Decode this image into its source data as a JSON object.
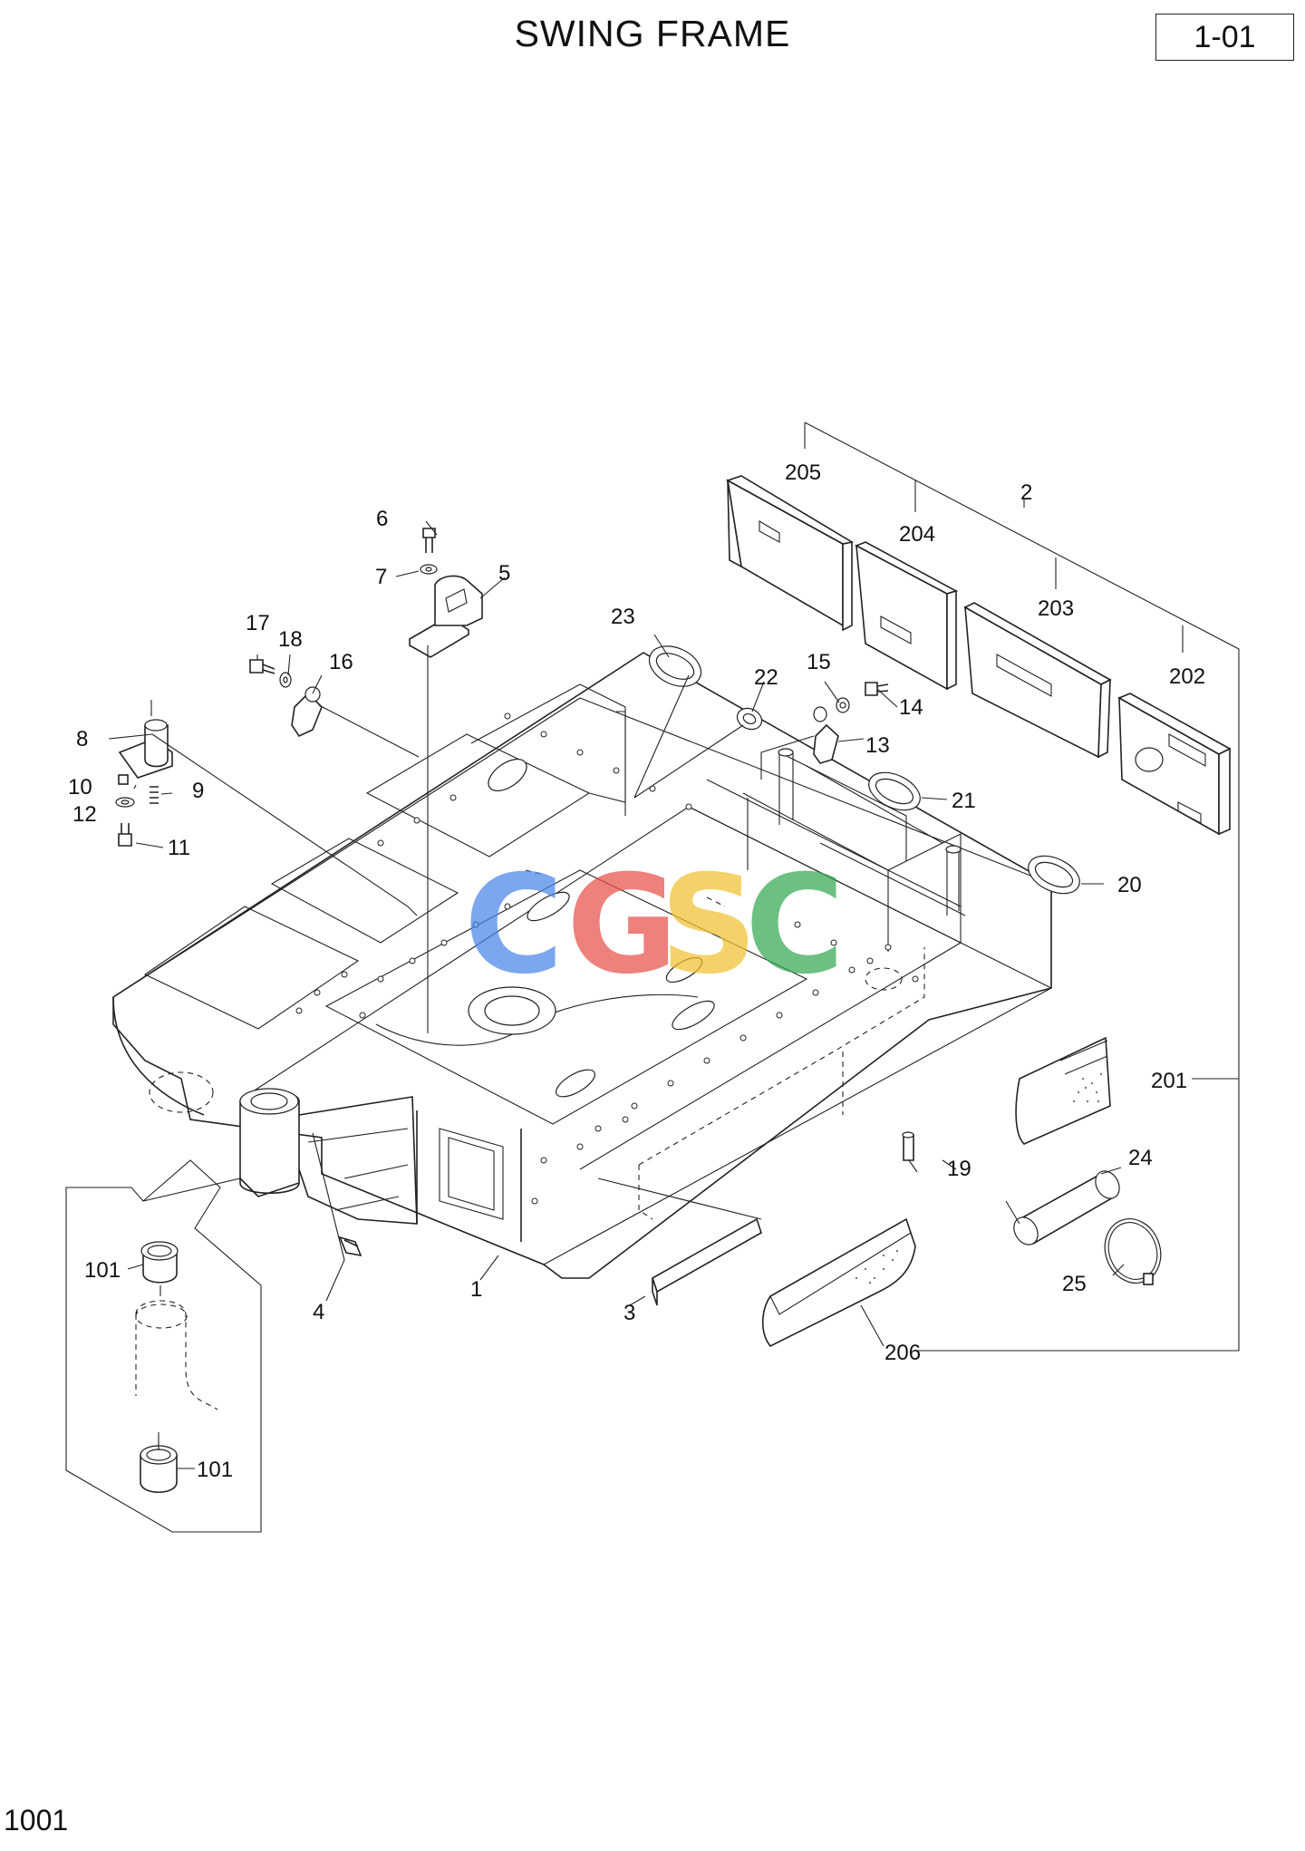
{
  "header": {
    "title": "SWING FRAME",
    "page_code": "1-01"
  },
  "footer": {
    "doc_number": "1001"
  },
  "watermark": {
    "letters": [
      "C",
      "G",
      "S",
      "C"
    ],
    "colors": [
      "#4a86e8",
      "#e8524a",
      "#f2c230",
      "#34a853"
    ]
  },
  "callouts": {
    "c1": "1",
    "c2": "2",
    "c3": "3",
    "c4": "4",
    "c5": "5",
    "c6": "6",
    "c7": "7",
    "c8": "8",
    "c9": "9",
    "c10": "10",
    "c11": "11",
    "c12": "12",
    "c13": "13",
    "c14": "14",
    "c15": "15",
    "c16": "16",
    "c17": "17",
    "c18": "18",
    "c19": "19",
    "c20": "20",
    "c21": "21",
    "c22": "22",
    "c23": "23",
    "c24": "24",
    "c25": "25",
    "c101a": "101",
    "c101b": "101",
    "c201": "201",
    "c202": "202",
    "c203": "203",
    "c204": "204",
    "c205": "205",
    "c206": "206"
  }
}
